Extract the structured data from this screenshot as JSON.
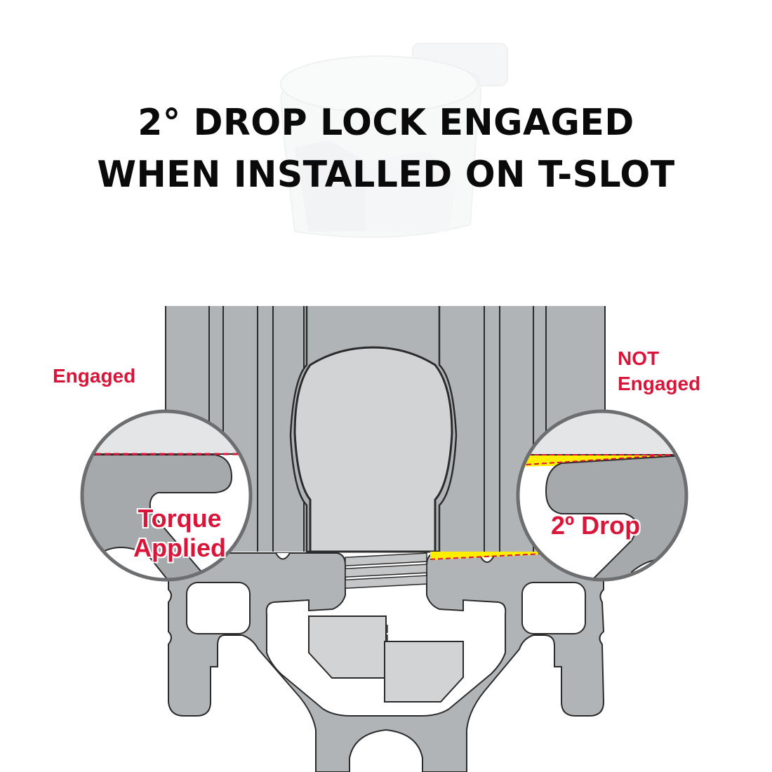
{
  "headline": {
    "line1": "2° DROP LOCK ENGAGED",
    "line2": "WHEN INSTALLED ON T-SLOT"
  },
  "background_object": "faded-drop-lock-fastener-illustration",
  "callouts": {
    "left_label": "Engaged",
    "right_label_line1": "NOT",
    "right_label_line2": "Engaged"
  },
  "insets": {
    "left": {
      "line1": "Torque",
      "line2": "Applied"
    },
    "right": {
      "text": "2º Drop"
    }
  },
  "colors": {
    "profile_gray": "#b1b4b6",
    "fastener_gray": "#d1d3d4",
    "outline": "#2b2b2b",
    "accent_red": "#d9163a",
    "highlight_yellow": "#ffee00",
    "inset_border": "#6d6e70"
  }
}
